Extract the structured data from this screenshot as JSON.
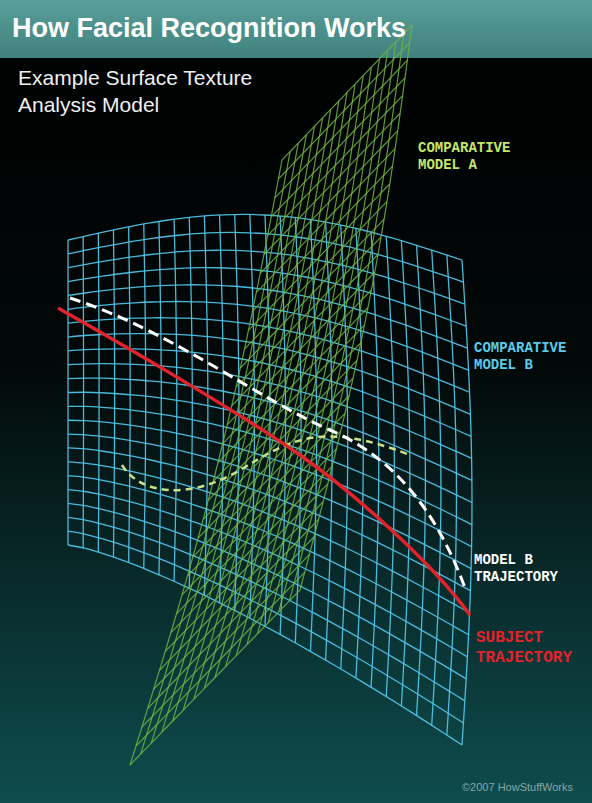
{
  "diagram": {
    "title": "How Facial Recognition Works",
    "labels": [
      "Example Surface Texture Analysis Model",
      "COMPARATIVE MODEL A",
      "COMPARATIVE MODEL B",
      "MODEL B TRAJECTORY",
      "SUBJECT TRAJECTORY",
      "©2007 HowStuffWorks"
    ]
  }
}
